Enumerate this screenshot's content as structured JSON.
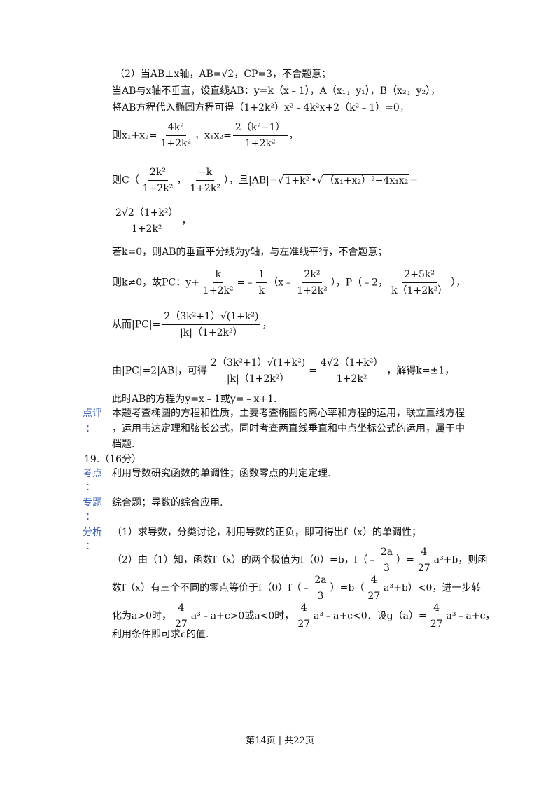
{
  "lines": {
    "l1": "（2）当AB⊥x轴，AB=√2，CP=3，不合题意；",
    "l2": "当AB与x轴不垂直，设直线AB：y=k（x﹣1），A（x₁，y₁），B（x₂，y₂），",
    "l3": "将AB方程代入椭圆方程可得（1+2k²）x²﹣4k²x+2（k²﹣1）=0，",
    "l4a": "则x₁+x₂=",
    "l4b": "，x₁x₂=",
    "l4c": "，",
    "l5a": "则C（",
    "l5b": "，",
    "l5c": "），且|AB|=",
    "l5d": "=",
    "l6c": "，",
    "l7": "若k=0，则AB的垂直平分线为y轴，与左准线平行，不合题意；",
    "l8a": "则k≠0，故PC：y+",
    "l8b": "=﹣",
    "l8c": "（x﹣",
    "l8d": "），P（﹣2，",
    "l8e": "），",
    "l9a": "从而|PC|=",
    "l9b": "，",
    "l10a": "由|PC|=2|AB|，可得",
    "l10b": "=",
    "l10c": "，解得k=±1，",
    "l11": "此时AB的方程为y=x﹣1或y=﹣x+1."
  },
  "fracs": {
    "f1n": "4k²",
    "f1d": "1+2k²",
    "f2n": "2（k²−1）",
    "f2d": "1+2k²",
    "f3n": "2k²",
    "f3d": "1+2k²",
    "f4n": "−k",
    "f4d": "1+2k²",
    "ab_root1": "1+k²",
    "ab_root2": "（x₁+x₂）²−4x₁x₂",
    "f5n": "2√2（1+k²）",
    "f5d": "1+2k²",
    "f6n": "k",
    "f6d": "1+2k²",
    "f7n": "1",
    "f7d": "k",
    "f8n": "2k²",
    "f8d": "1+2k²",
    "f9n": "2+5k²",
    "f9d": "k（1+2k²）",
    "f10n": "2（3k²+1）√(1+k²)",
    "f10d": "|k|（1+2k²）",
    "f11n": "2（3k²+1）√(1+k²)",
    "f11d": "|k|（1+2k²）",
    "f12n": "4√2（1+k²）",
    "f12d": "1+2k²"
  },
  "comment": {
    "label1": "点评",
    "label2": "：",
    "t1": "本题考查椭圆的方程和性质，主要考查椭圆的离心率和方程的运用，联立直线方程",
    "t2": "，运用韦达定理和弦长公式，同时考查两直线垂直和中点坐标公式的运用，属于中",
    "t3": "档题."
  },
  "q19": {
    "header": "19.（16分）",
    "kd_label": "考点",
    "kd_colon": "：",
    "kd_text": "利用导数研究函数的单调性；函数零点的判定定理.",
    "zt_label": "专题",
    "zt_colon": "：",
    "zt_text": "综合题；导数的综合应用.",
    "fx_label": "分析",
    "fx_colon": "：",
    "fx1": "（1）求导数，分类讨论，利用导数的正负，即可得出f（x）的单调性；",
    "fx2a": "（2）由（1）知，函数f（x）的两个极值为f（0）=b，f（﹣",
    "fx2b": "）=",
    "fx2c": "a³+b，则函",
    "fx3a": "数f（x）有三个不同的零点等价于f（0）f（﹣",
    "fx3b": "）=b（",
    "fx3c": "a³+b）<0，进一步转",
    "fx4a": "化为a>0时，",
    "fx4b": "a³﹣a+c>0或a<0时，",
    "fx4c": "a³﹣a+c<0．设g（a）=",
    "fx4d": "a³﹣a+c，",
    "fx5": "利用条件即可求c的值.",
    "g1n": "2a",
    "g1d": "3",
    "g2n": "4",
    "g2d": "27",
    "g3n": "2a",
    "g3d": "3",
    "g4n": "4",
    "g4d": "27",
    "g5n": "4",
    "g5d": "27",
    "g6n": "4",
    "g6d": "27",
    "g7n": "4",
    "g7d": "27"
  },
  "footer": "第14页 | 共22页"
}
